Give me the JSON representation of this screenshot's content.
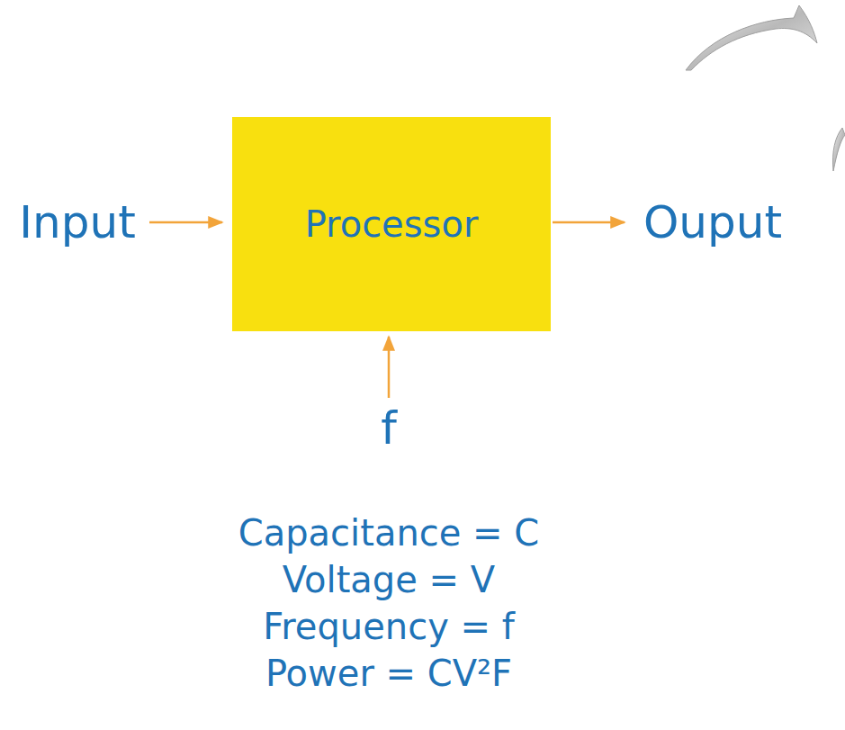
{
  "diagram": {
    "nodes": [
      {
        "text": [
          "Processor"
        ]
      }
    ],
    "labels": [
      "Input",
      "Ouput",
      "f",
      "Capacitance = C",
      "Voltage = V",
      "Frequency = f",
      "Power = CV²F"
    ]
  }
}
